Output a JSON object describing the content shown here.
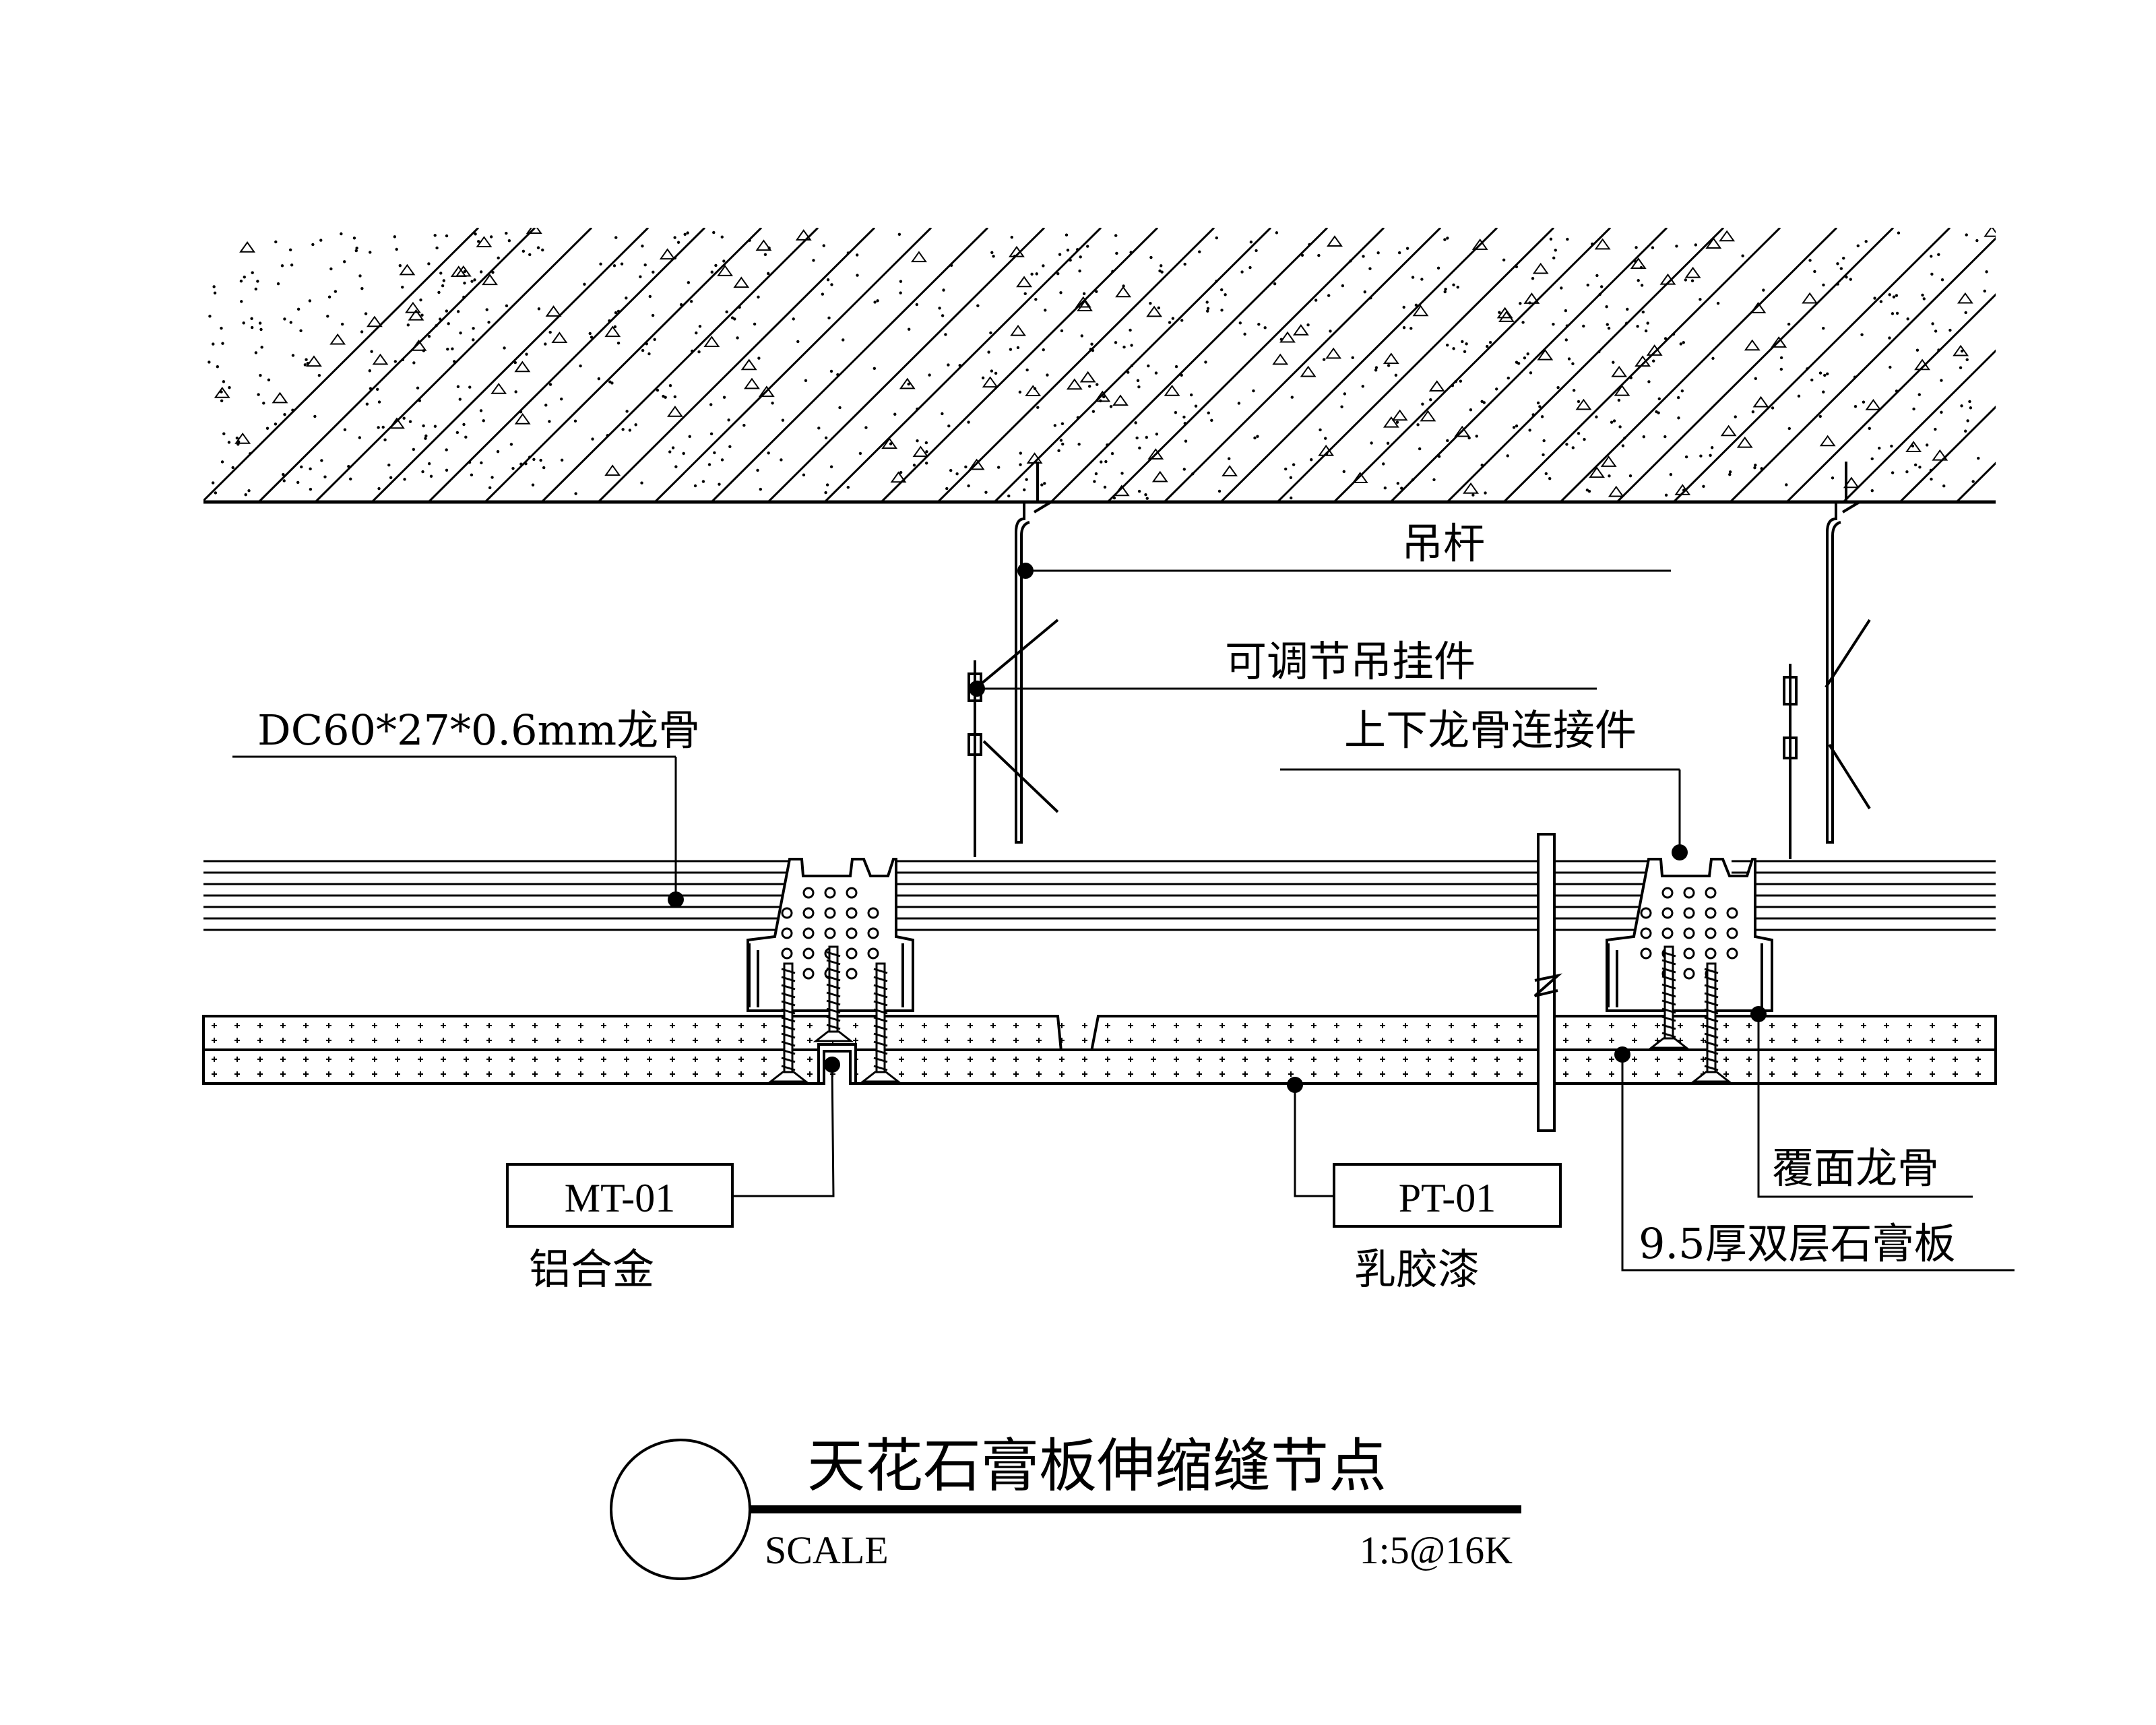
{
  "labels": {
    "hanger_rod": "吊杆",
    "adjustable_hanger": "可调节吊挂件",
    "connector": "上下龙骨连接件",
    "main_keel": "DC60*27*0.6mm龙骨",
    "cover_keel": "覆面龙骨",
    "gypsum_board": "9.5厚双层石膏板"
  },
  "callouts": {
    "left_code": "MT-01",
    "left_desc": "铝合金",
    "right_code": "PT-01",
    "right_desc": "乳胶漆"
  },
  "title_block": {
    "title": "天花石膏板伸缩缝节点",
    "scale_label": "SCALE",
    "scale_value": "1:5@16K"
  }
}
